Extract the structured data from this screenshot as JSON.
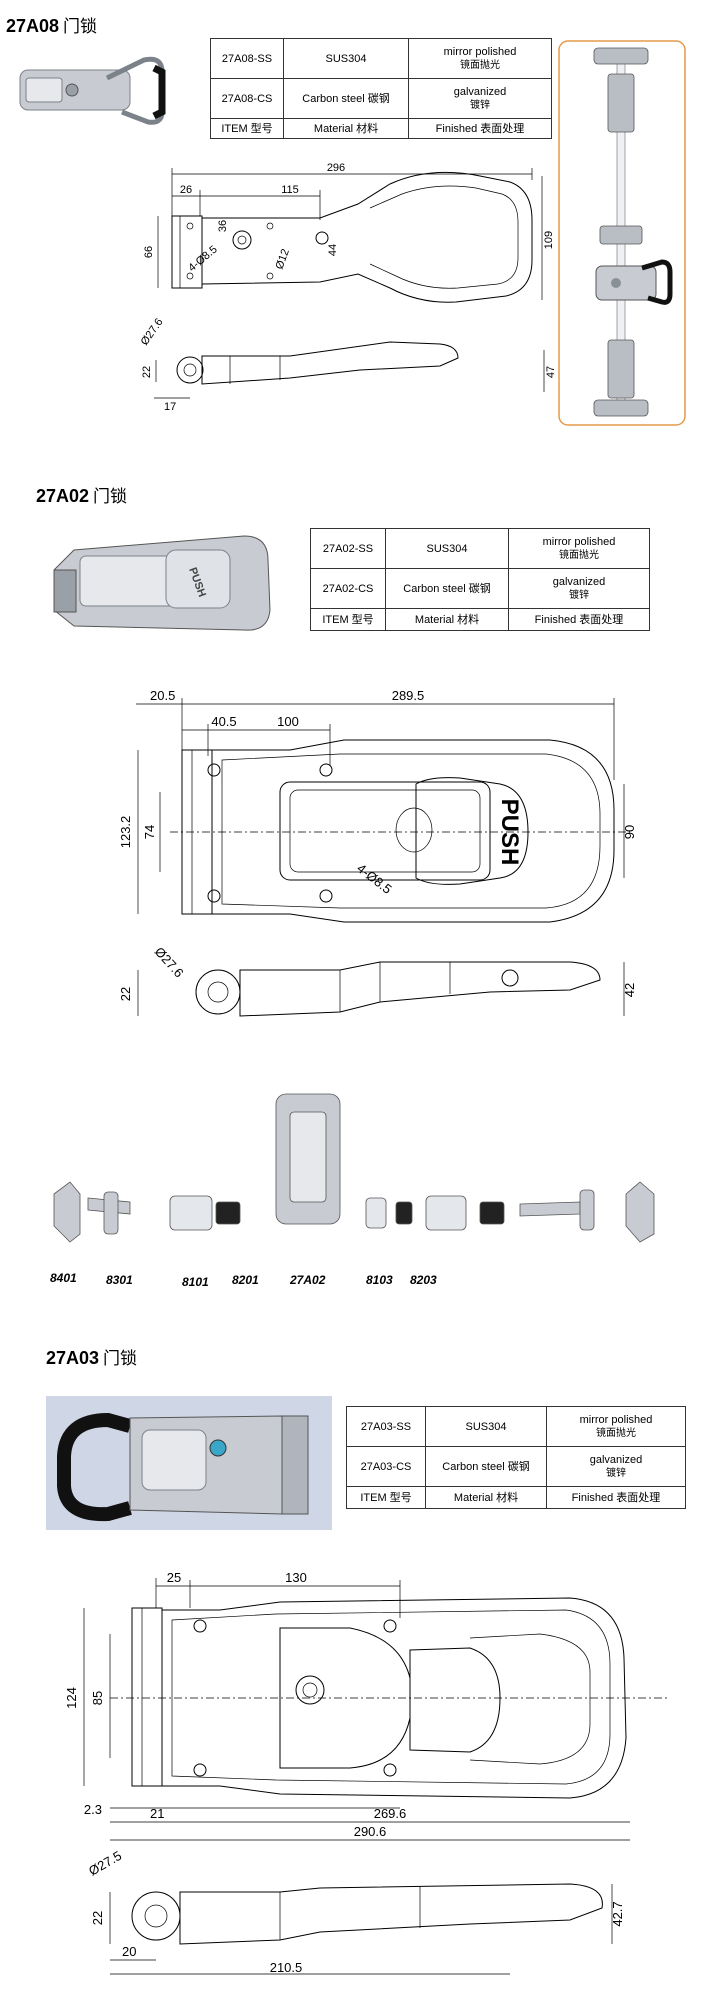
{
  "sections": [
    {
      "id": "27A08",
      "model": "27A08",
      "name_cn": "门锁",
      "table": {
        "rows": [
          {
            "item": "27A08-SS",
            "material": "SUS304",
            "finish_en": "mirror polished",
            "finish_cn": "镜面抛光"
          },
          {
            "item": "27A08-CS",
            "material": "Carbon steel 碳钢",
            "finish_en": "galvanized",
            "finish_cn": "镀锌"
          }
        ],
        "header": {
          "item": "ITEM 型号",
          "material": "Material 材料",
          "finish": "Finished 表面处理"
        }
      },
      "dims": [
        "296",
        "26",
        "115",
        "66",
        "36",
        "44",
        "109",
        "4-Ø8.5",
        "Ø12",
        "Ø27.6",
        "22",
        "17",
        "47"
      ]
    },
    {
      "id": "27A02",
      "model": "27A02",
      "name_cn": "门锁",
      "push_label": "PUSH",
      "table": {
        "rows": [
          {
            "item": "27A02-SS",
            "material": "SUS304",
            "finish_en": "mirror polished",
            "finish_cn": "镜面抛光"
          },
          {
            "item": "27A02-CS",
            "material": "Carbon steel 碳钢",
            "finish_en": "galvanized",
            "finish_cn": "镀锌"
          }
        ],
        "header": {
          "item": "ITEM 型号",
          "material": "Material 材料",
          "finish": "Finished 表面处理"
        }
      },
      "dims": [
        "20.5",
        "289.5",
        "40.5",
        "100",
        "123.2",
        "74",
        "90",
        "4-Ø8.5",
        "Ø27.6",
        "22",
        "42"
      ],
      "parts": [
        "8401",
        "8301",
        "8101",
        "8201",
        "27A02",
        "8103",
        "8203"
      ]
    },
    {
      "id": "27A03",
      "model": "27A03",
      "name_cn": "门锁",
      "table": {
        "rows": [
          {
            "item": "27A03-SS",
            "material": "SUS304",
            "finish_en": "mirror polished",
            "finish_cn": "镜面抛光"
          },
          {
            "item": "27A03-CS",
            "material": "Carbon steel 碳钢",
            "finish_en": "galvanized",
            "finish_cn": "镀锌"
          }
        ],
        "header": {
          "item": "ITEM 型号",
          "material": "Material 材料",
          "finish": "Finished 表面处理"
        }
      },
      "dims": [
        "25",
        "130",
        "124",
        "85",
        "2.3",
        "21",
        "269.6",
        "290.6",
        "Ø27.5",
        "22",
        "20",
        "210.5",
        "42.7"
      ]
    }
  ],
  "colors": {
    "photo_frame": "#e59a4a",
    "steel": "#c8ccd2",
    "steel_dark": "#7c828a",
    "rubber": "#111111",
    "photo_bg": "#cfd6e6"
  }
}
